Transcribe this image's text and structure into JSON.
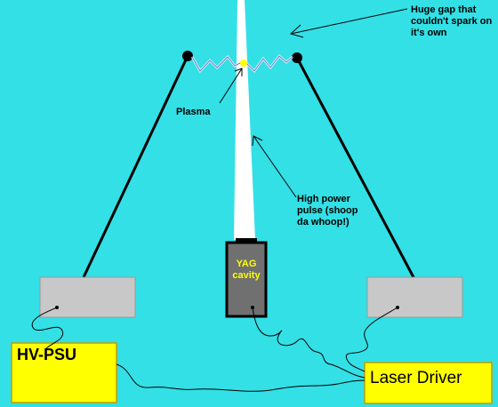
{
  "labels": {
    "gap_note": "Huge gap that couldn't spark on it's own",
    "plasma": "Plasma",
    "pulse_note": "High power pulse (shoop da whoop!)",
    "yag_line1": "YAG",
    "yag_line2": "cavity",
    "hv_psu": "HV-PSU",
    "laser_driver": "Laser Driver"
  },
  "colors": {
    "background": "#33e0e6",
    "electrode_plate": "#c8c8c8",
    "psu_box": "#ffff00",
    "yag_body": "#707070",
    "yag_text": "#ffff00",
    "beam": "#ffffff",
    "plasma": "#ffff00"
  }
}
